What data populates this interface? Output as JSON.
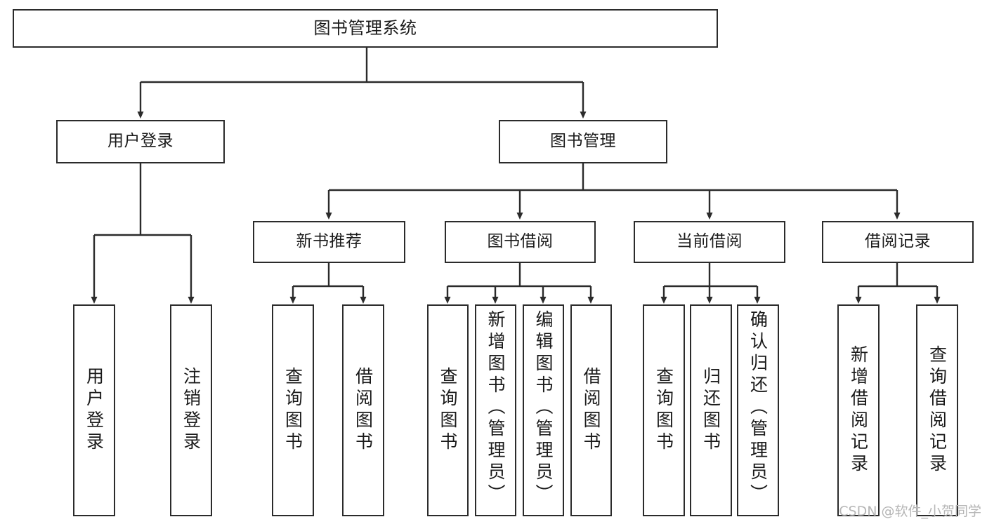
{
  "diagram": {
    "title": "图书管理系统",
    "type": "tree-hierarchy-chart",
    "watermark": "CSDN @软件_小贺同学",
    "colors": {
      "stroke": "#2b2b2b",
      "fill": "#ffffff",
      "text": "#1a1a1a",
      "watermark": "#b6b6b6"
    },
    "nodes": {
      "root": {
        "label": "图书管理系统"
      },
      "level1": [
        {
          "label": "用户登录"
        },
        {
          "label": "图书管理"
        }
      ],
      "level2": [
        {
          "label": "新书推荐"
        },
        {
          "label": "图书借阅"
        },
        {
          "label": "当前借阅"
        },
        {
          "label": "借阅记录"
        }
      ],
      "leaves_user_login": [
        {
          "label": "用户登录"
        },
        {
          "label": "注销登录"
        }
      ],
      "leaves_new_book": [
        {
          "label": "查询图书"
        },
        {
          "label": "借阅图书"
        }
      ],
      "leaves_borrow": [
        {
          "label": "查询图书"
        },
        {
          "label": "新增图书（管理员）"
        },
        {
          "label": "编辑图书（管理员）"
        },
        {
          "label": "借阅图书"
        }
      ],
      "leaves_current": [
        {
          "label": "查询图书"
        },
        {
          "label": "归还图书"
        },
        {
          "label": "确认归还（管理员）"
        }
      ],
      "leaves_record": [
        {
          "label": "新增借阅记录"
        },
        {
          "label": "查询借阅记录"
        }
      ]
    }
  }
}
